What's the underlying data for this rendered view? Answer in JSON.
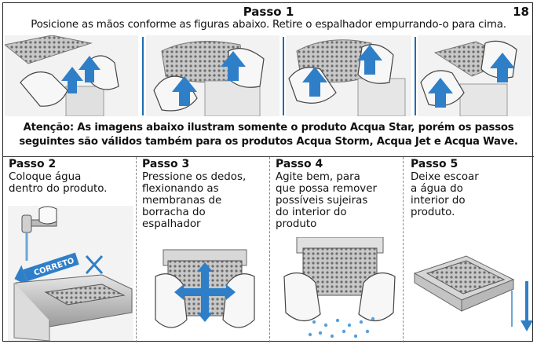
{
  "page_number": "18",
  "step1": {
    "title": "Passo 1",
    "text": "Posicione as mãos conforme as figuras abaixo. Retire o espalhador empurrando-o para cima."
  },
  "attention": {
    "line1": "Atenção:  As imagens abaixo ilustram somente o produto Acqua Star, porém os passos",
    "line2": "seguintes são válidos também para os produtos Acqua Storm, Acqua Jet e Acqua Wave."
  },
  "steps": [
    {
      "title": "Passo 2",
      "lines": [
        "Coloque água",
        "dentro do produto."
      ]
    },
    {
      "title": "Passo 3",
      "lines": [
        "Pressione os dedos,",
        "flexionando as",
        "membranas de",
        "borracha do",
        "espalhador"
      ]
    },
    {
      "title": "Passo 4",
      "lines": [
        "Agite bem, para",
        "que possa remover",
        "possíveis sujeiras",
        "do interior do",
        "produto"
      ]
    },
    {
      "title": "Passo 5",
      "lines": [
        "Deixe escoar",
        "a água do",
        "interior do",
        "produto."
      ]
    }
  ],
  "labels": {
    "correct": "CORRETO"
  },
  "colors": {
    "accent_blue": "#1a6fb5",
    "arrow_blue": "#2f7fc8",
    "skin_fill": "#f4f4f4"
  }
}
